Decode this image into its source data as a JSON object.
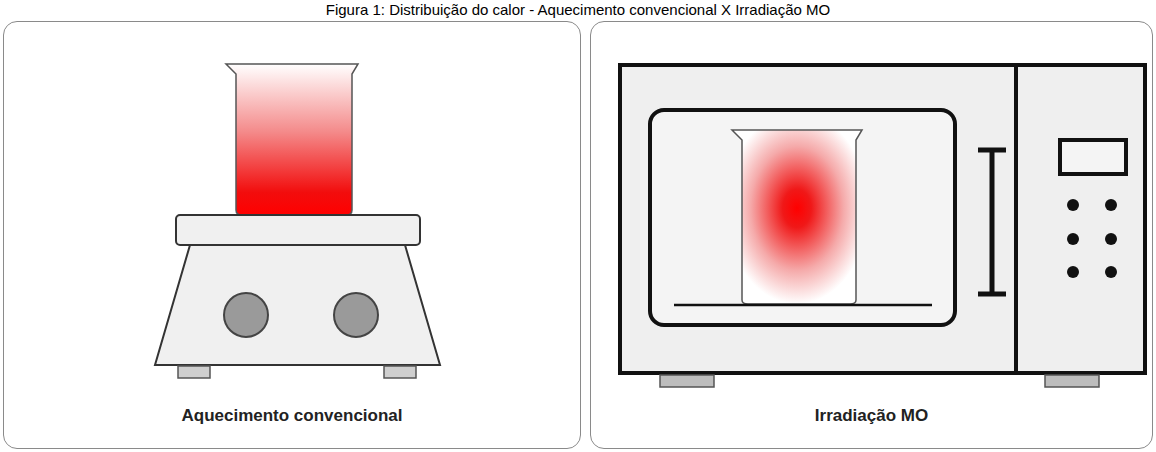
{
  "diagram": {
    "title": "Figura 1: Distribuição do calor - Aquecimento convencional X Irradiação MO",
    "nodes": [
      {
        "text": [
          "Aquecimento convencional"
        ]
      },
      {
        "text": [
          "Irradiação MO"
        ]
      }
    ]
  }
}
